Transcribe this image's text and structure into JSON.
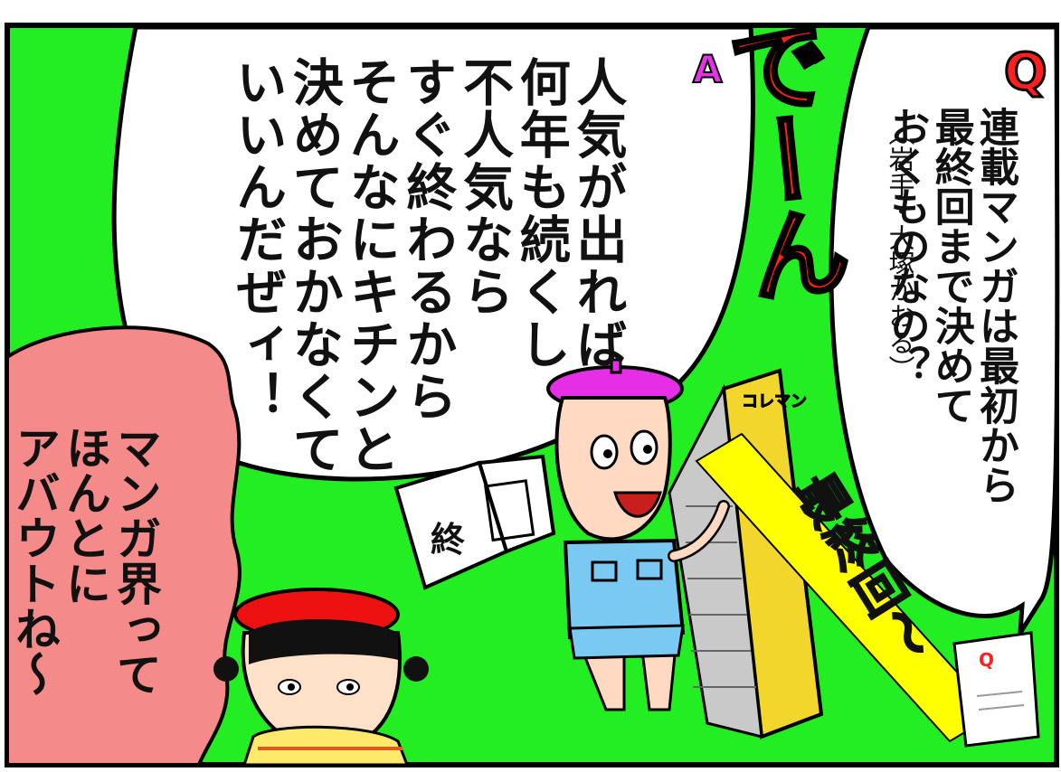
{
  "panel": {
    "question_label": "Q",
    "question": "連載マンガは最初から\n最終回まで決めて\nおくものなの？",
    "asker": "（岩手・大塚かおる）",
    "answer_label": "A",
    "answer": "人気が出れば\n何年も続くし\n不人気なら\nすぐ終わるから\nそんなにキチンと\n決めておかなくて\nいいんだぜィ！",
    "sound_effect": "でーん",
    "final_chapter": "最終回〜",
    "girl_remark": "マンガ界って\nほんとに\nアバウトね〜",
    "manga_stack_title": "コレマン",
    "book_page": "終",
    "paper_label": "Q"
  },
  "colors": {
    "background": "#22ee22",
    "speech_bubble": "#ffffff",
    "pink_bubble": "#f48a8a",
    "beret_pink": "#e62ee6",
    "beret_red": "#ee1111",
    "shirt_blue": "#79c9f2",
    "final_band": "#ffff00",
    "stack_yellow": "#f2d62c"
  }
}
